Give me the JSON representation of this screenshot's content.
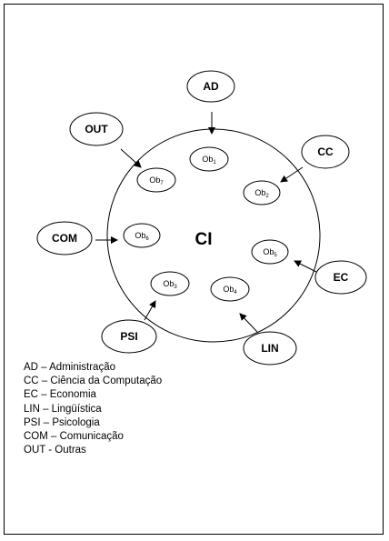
{
  "center_label": "CI",
  "disciplines": [
    {
      "id": "AD",
      "label": "AD"
    },
    {
      "id": "CC",
      "label": "CC"
    },
    {
      "id": "EC",
      "label": "EC"
    },
    {
      "id": "LIN",
      "label": "LIN"
    },
    {
      "id": "PSI",
      "label": "PSI"
    },
    {
      "id": "COM",
      "label": "COM"
    },
    {
      "id": "OUT",
      "label": "OUT"
    }
  ],
  "objects": [
    {
      "id": "ob1",
      "base": "Ob",
      "sub": "1"
    },
    {
      "id": "ob2",
      "base": "Ob",
      "sub": "2"
    },
    {
      "id": "ob3",
      "base": "Ob",
      "sub": "3"
    },
    {
      "id": "ob4",
      "base": "Ob",
      "sub": "4"
    },
    {
      "id": "ob5",
      "base": "Ob",
      "sub": "5"
    },
    {
      "id": "ob6",
      "base": "Ob",
      "sub": "6"
    },
    {
      "id": "ob7",
      "base": "Ob",
      "sub": "7"
    }
  ],
  "legend": [
    "AD – Administração",
    "CC – Ciência da Computação",
    "EC – Economia",
    "LIN – Lingüística",
    "PSI – Psicologia",
    "COM – Comunicação",
    "OUT - Outras"
  ],
  "colors": {
    "stroke": "#000000",
    "fill": "#ffffff"
  }
}
